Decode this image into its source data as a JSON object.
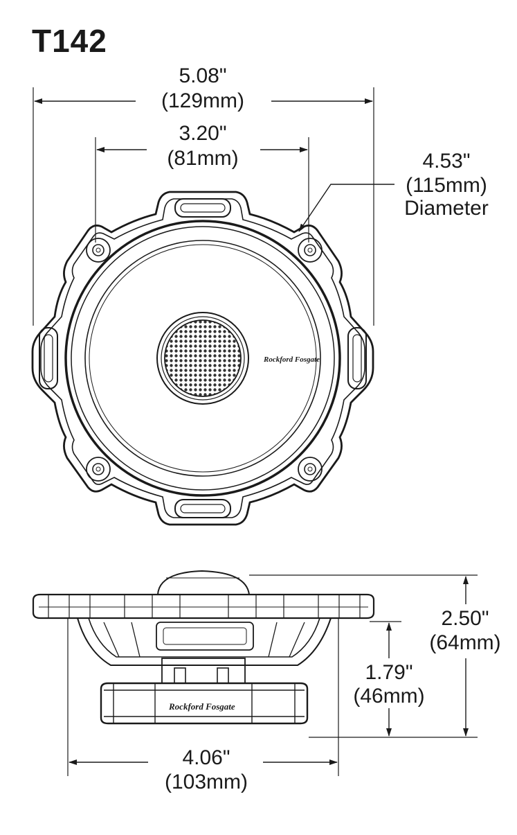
{
  "title": "T142",
  "top_view": {
    "overall_width": {
      "inches": "5.08\"",
      "mm": "(129mm)"
    },
    "inner_width": {
      "inches": "3.20\"",
      "mm": "(81mm)"
    },
    "diameter": {
      "inches": "4.53\"",
      "mm": "(115mm)",
      "label": "Diameter"
    },
    "brand_logo": "Rockford Fosgate"
  },
  "side_view": {
    "total_height": {
      "inches": "2.50\"",
      "mm": "(64mm)"
    },
    "mount_depth": {
      "inches": "1.79\"",
      "mm": "(46mm)"
    },
    "base_width": {
      "inches": "4.06\"",
      "mm": "(103mm)"
    },
    "brand_logo": "Rockford Fosgate"
  }
}
